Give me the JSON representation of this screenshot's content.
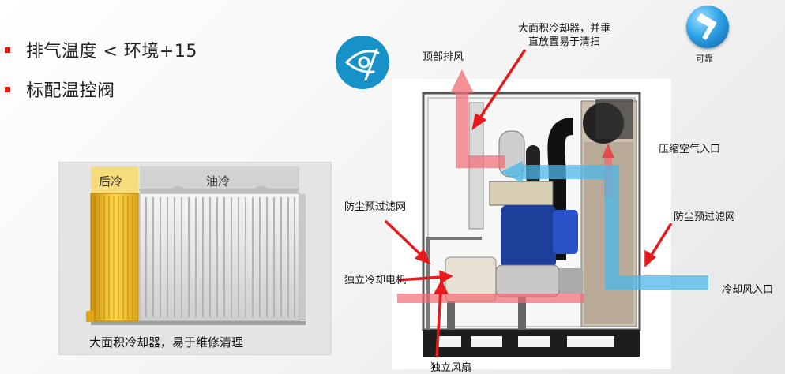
{
  "bullets": [
    {
      "text": "排气温度 < 环境+15"
    },
    {
      "text": "标配温控阀"
    }
  ],
  "cooler": {
    "after_cool_label": "后冷",
    "oil_cool_label": "油冷",
    "caption": "大面积冷却器，易于维修清理"
  },
  "icons": {
    "eye": "eye-icon",
    "hammer": "hammer-icon",
    "reliable_label": "可靠"
  },
  "diagram_labels": {
    "top_exhaust": "顶部排风",
    "big_cooler_line1": "大面积冷却器，并垂",
    "big_cooler_line2": "直放置易于清扫",
    "compressed_air_inlet": "压缩空气入口",
    "dust_filter_left": "防尘预过滤网",
    "dust_filter_right": "防尘预过滤网",
    "independent_motor": "独立冷却电机",
    "cooling_air_inlet": "冷却风入口",
    "independent_fan": "独立风扇"
  },
  "colors": {
    "bullet_marker": "#d91e18",
    "after_cooler": "#f2c230",
    "hot_air_arrow": "#f26b73",
    "cold_air_arrow": "#4cb8e8",
    "pointer_arrow": "#e8191c",
    "icon_blue": "#1792c9"
  }
}
